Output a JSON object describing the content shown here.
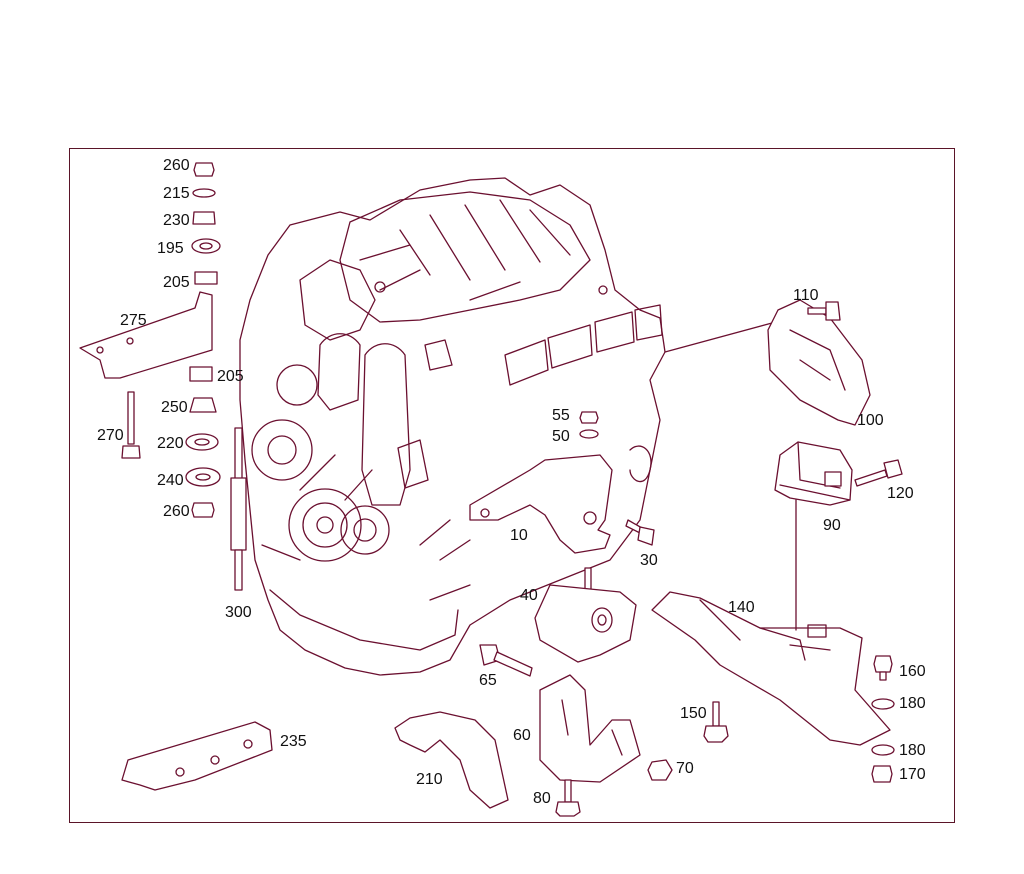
{
  "diagram": {
    "line_color": "#6b1030",
    "label_color": "#111111",
    "part_numbers": [
      "260",
      "215",
      "230",
      "195",
      "205",
      "275",
      "205",
      "250",
      "270",
      "220",
      "240",
      "260",
      "300",
      "55",
      "50",
      "10",
      "30",
      "110",
      "100",
      "90",
      "120",
      "40",
      "140",
      "65",
      "160",
      "180",
      "150",
      "60",
      "70",
      "180",
      "170",
      "80",
      "210",
      "235"
    ]
  }
}
